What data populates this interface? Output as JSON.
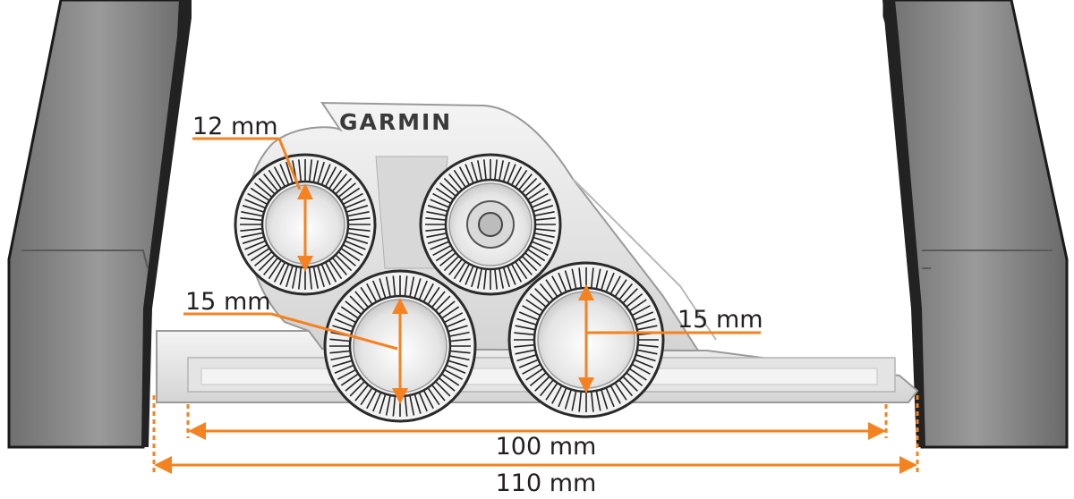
{
  "brand": {
    "name": "GARMIN"
  },
  "colors": {
    "dimension": "#f58220",
    "text": "#231f20",
    "frame": "#8a8a8a",
    "frameEdge": "#1a1a1a",
    "part": "#e9e9e9"
  },
  "dimensions": {
    "hole_top_left": "12 mm",
    "hole_bottom_left": "15 mm",
    "hole_bottom_right": "15 mm",
    "inner_width": "100 mm",
    "outer_width": "110 mm"
  }
}
